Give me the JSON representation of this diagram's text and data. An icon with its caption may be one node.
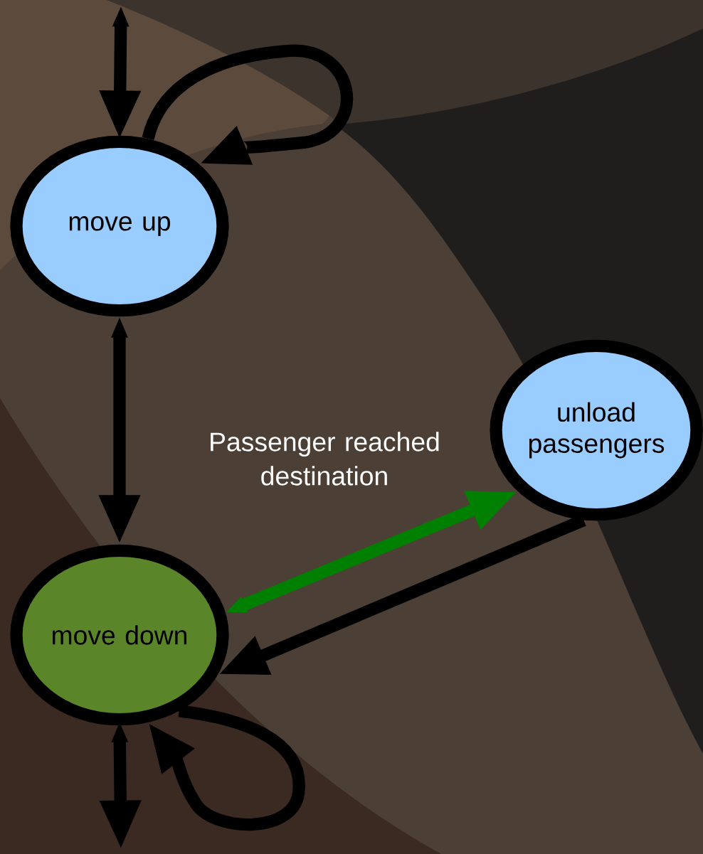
{
  "diagram": {
    "nodes": [
      {
        "text": [
          "move up"
        ]
      },
      {
        "text": [
          "move down"
        ]
      },
      {
        "text": [
          "unload passengers"
        ]
      }
    ],
    "edges": [
      {
        "from": null,
        "to": 0,
        "arrow": "both"
      },
      {
        "from": 0,
        "to": 0,
        "arrow": "to"
      },
      {
        "from": 0,
        "to": 1,
        "arrow": "both"
      },
      {
        "from": 1,
        "to": 2,
        "arrow": "both",
        "color": "#008000"
      },
      {
        "from": 2,
        "to": 1,
        "arrow": "to"
      },
      {
        "from": 1,
        "to": 1,
        "arrow": "to"
      },
      {
        "from": 1,
        "to": null,
        "arrow": "both"
      }
    ],
    "labels": [
      "Passenger reached destination"
    ]
  }
}
